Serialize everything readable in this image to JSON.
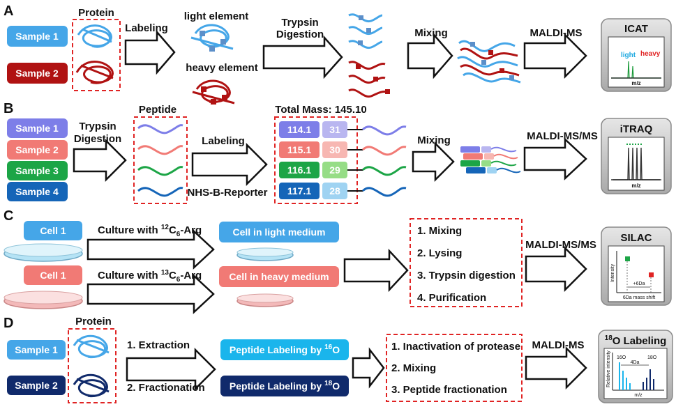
{
  "colors": {
    "light_blue": "#45a6e8",
    "dark_red": "#b01212",
    "purple": "#7d7ee8",
    "salmon": "#f17a75",
    "green": "#1ca546",
    "blue": "#1565b8",
    "navy": "#102a6b",
    "cyan": "#1ab5ec",
    "dash_red": "#e02424",
    "panel_gray": "#c4c4c4"
  },
  "panels": {
    "A": {
      "letter": "A",
      "samples": [
        "Sample 1",
        "Sample 2"
      ],
      "protein_label": "Protein",
      "labeling": "Labeling",
      "light_element": "light element",
      "heavy_element": "heavy element",
      "trypsin_line1": "Trypsin",
      "trypsin_line2": "Digestion",
      "mixing": "Mixing",
      "method": "MALDI-MS",
      "result_title": "ICAT",
      "spectrum_light": "light",
      "spectrum_heavy": "heavy",
      "mz": "m/z"
    },
    "B": {
      "letter": "B",
      "samples": [
        "Sample 1",
        "Sample 2",
        "Sample 3",
        "Sample 4"
      ],
      "trypsin_line1": "Trypsin",
      "trypsin_line2": "Digestion",
      "peptide_label": "Peptide",
      "labeling": "Labeling",
      "reagent": "NHS-B-Reporter",
      "total_mass": "Total Mass: 145.10",
      "reporters": [
        "114.1",
        "115.1",
        "116.1",
        "117.1"
      ],
      "balancers": [
        "31",
        "30",
        "29",
        "28"
      ],
      "mixing": "Mixing",
      "method": "MALDI-MS/MS",
      "result_title": "iTRAQ",
      "mz": "m/z"
    },
    "C": {
      "letter": "C",
      "cells": [
        "Cell 1",
        "Cell 1"
      ],
      "culture_prefix": "Culture with ",
      "culture_sup_light": "12",
      "culture_sup_heavy": "13",
      "culture_suffix": "C",
      "culture_sub": "6",
      "culture_tail": "-Arg",
      "medium_light": "Cell in light medium",
      "medium_heavy": "Cell in heavy medium",
      "steps": [
        "1. Mixing",
        "2. Lysing",
        "3. Trypsin digestion",
        "4. Purification"
      ],
      "method": "MALDI-MS/MS",
      "result_title": "SILAC",
      "y_axis": "Intensity",
      "x_axis": "6Da mass shift",
      "shift": "+6Da"
    },
    "D": {
      "letter": "D",
      "samples": [
        "Sample 1",
        "Sample 2"
      ],
      "protein_label": "Protein",
      "extraction": "1. Extraction",
      "fractionation": "2. Fractionation",
      "labeling_prefix": "Peptide Labeling by ",
      "iso_light_sup": "16",
      "iso_heavy_sup": "18",
      "iso_el": "O",
      "steps": [
        "1. Inactivation of protease",
        "2. Mixing",
        "3. Peptide fractionation"
      ],
      "method": "MALDI-MS",
      "result_title_sup": "18",
      "result_title": "O Labeling",
      "y_axis": "Relative intensity",
      "x_axis": "m/z",
      "gap": "4Da",
      "peak_light": "16O",
      "peak_heavy": "18O"
    }
  }
}
